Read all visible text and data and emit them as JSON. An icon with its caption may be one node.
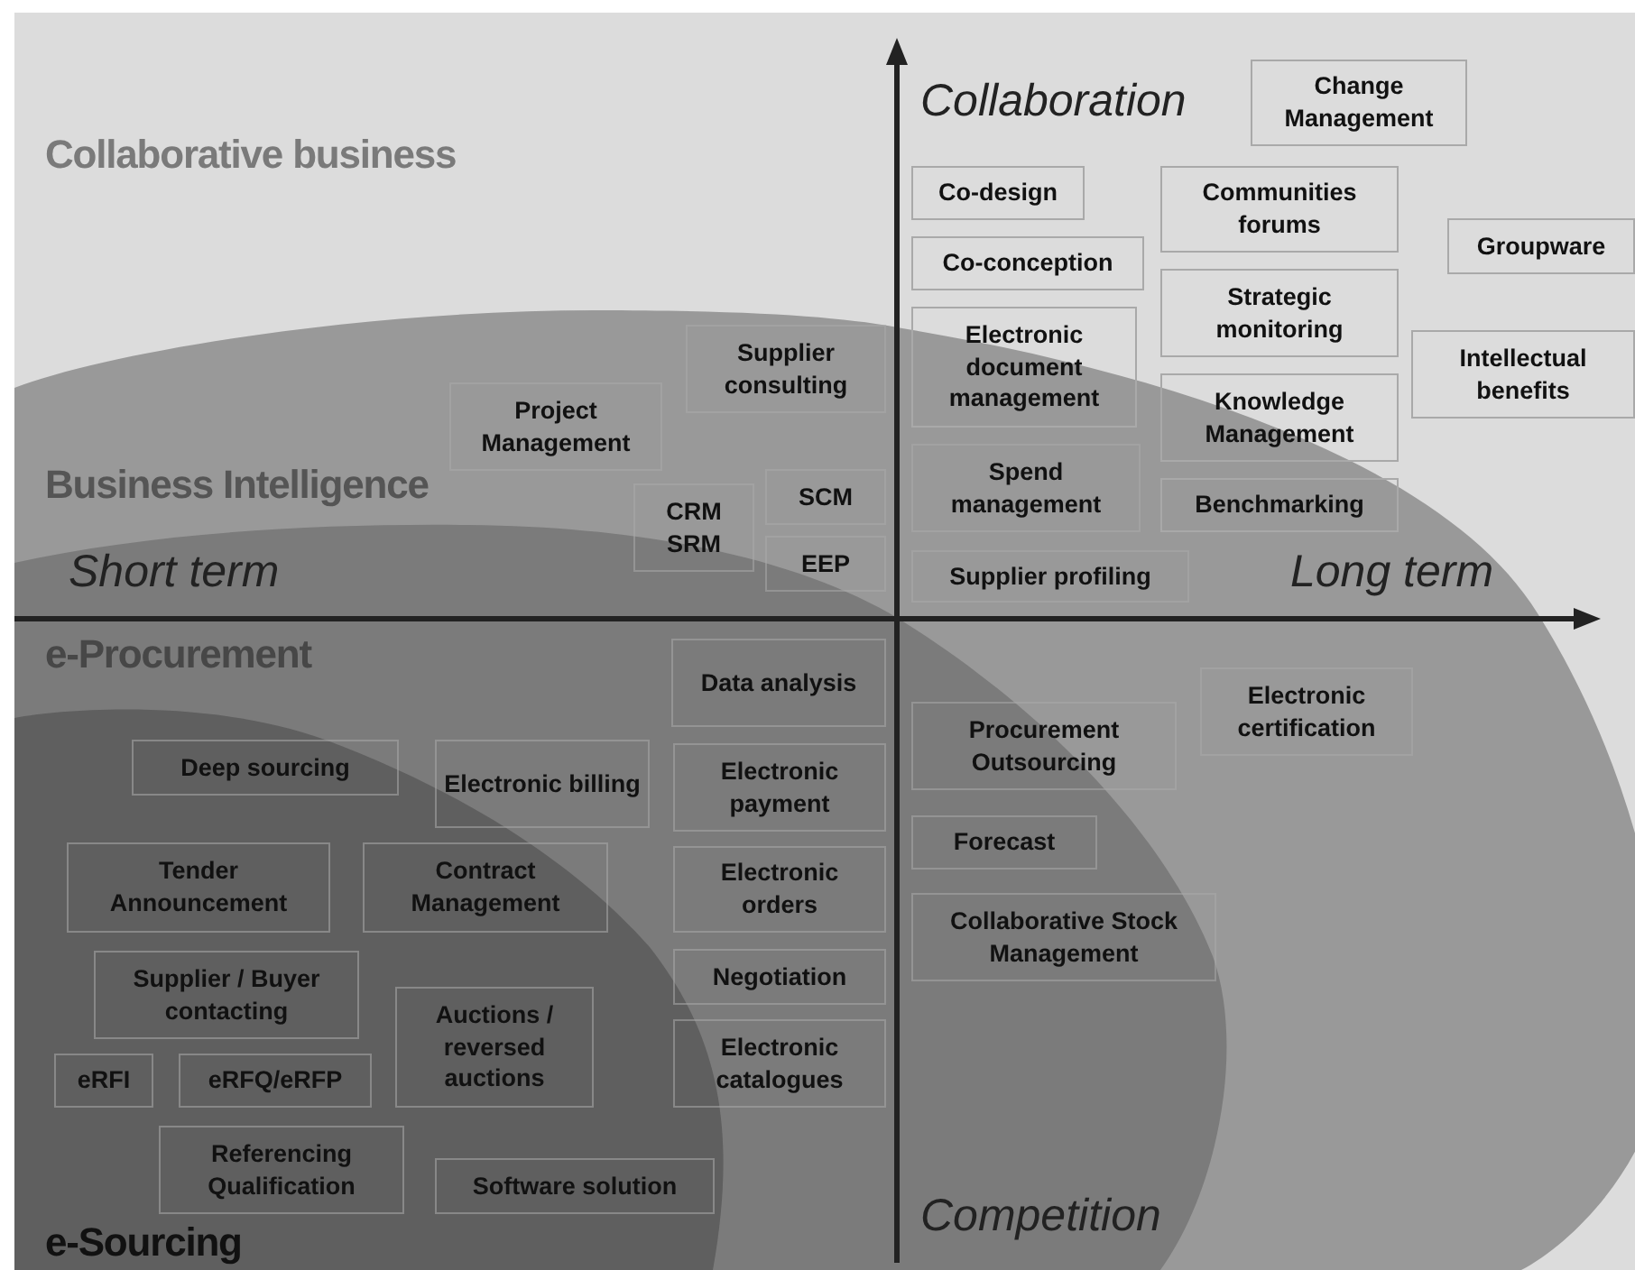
{
  "diagram": {
    "nodes": [
      {
        "text": [
          "Change Management"
        ]
      },
      {
        "text": [
          "Co-design"
        ]
      },
      {
        "text": [
          "Communities forums"
        ]
      },
      {
        "text": [
          "Groupware"
        ]
      },
      {
        "text": [
          "Co-conception"
        ]
      },
      {
        "text": [
          "Strategic monitoring"
        ]
      },
      {
        "text": [
          "Electronic document management"
        ]
      },
      {
        "text": [
          "Supplier consulting"
        ]
      },
      {
        "text": [
          "Intellectual benefits"
        ]
      },
      {
        "text": [
          "Project Management"
        ]
      },
      {
        "text": [
          "Knowledge Management"
        ]
      },
      {
        "text": [
          "Spend management"
        ]
      },
      {
        "text": [
          "SCM"
        ]
      },
      {
        "text": [
          "CRM SRM"
        ]
      },
      {
        "text": [
          "Benchmarking"
        ]
      },
      {
        "text": [
          "EEP"
        ]
      },
      {
        "text": [
          "Supplier profiling"
        ]
      },
      {
        "text": [
          "Data analysis"
        ]
      },
      {
        "text": [
          "Electronic certification"
        ]
      },
      {
        "text": [
          "Procurement Outsourcing"
        ]
      },
      {
        "text": [
          "Deep sourcing"
        ]
      },
      {
        "text": [
          "Electronic billing"
        ]
      },
      {
        "text": [
          "Electronic payment"
        ]
      },
      {
        "text": [
          "Forecast"
        ]
      },
      {
        "text": [
          "Tender Announcement"
        ]
      },
      {
        "text": [
          "Contract Management"
        ]
      },
      {
        "text": [
          "Electronic orders"
        ]
      },
      {
        "text": [
          "Collaborative Stock Management"
        ]
      },
      {
        "text": [
          "Supplier / Buyer contacting"
        ]
      },
      {
        "text": [
          "Negotiation"
        ]
      },
      {
        "text": [
          "Auctions / reversed auctions"
        ]
      },
      {
        "text": [
          "Electronic catalogues"
        ]
      },
      {
        "text": [
          "eRFI"
        ]
      },
      {
        "text": [
          "eRFQ/eRFP"
        ]
      },
      {
        "text": [
          "Referencing Qualification"
        ]
      },
      {
        "text": [
          "Software solution"
        ]
      }
    ],
    "labels": [
      "Collaboration",
      "Collaborative business",
      "Business Intelligence",
      "Short term",
      "Long term",
      "e-Procurement",
      "Competition",
      "e-Sourcing"
    ]
  }
}
